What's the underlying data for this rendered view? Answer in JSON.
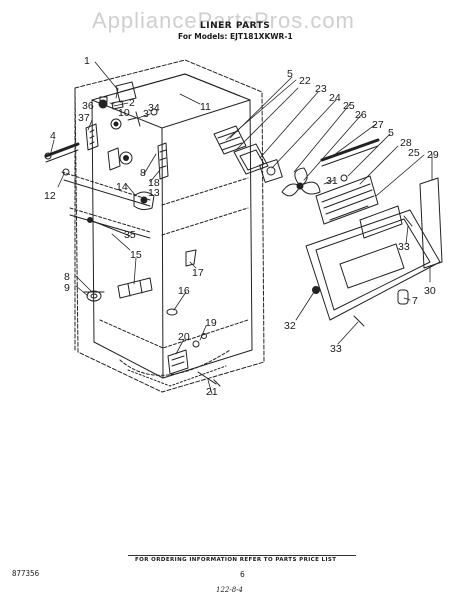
{
  "header": {
    "watermark": "AppliancePartsPros.com",
    "title": "LINER PARTS",
    "models": "For Models: EJT181XKWR-1"
  },
  "callouts": [
    {
      "id": "c1",
      "label": "1"
    },
    {
      "id": "c2",
      "label": "2"
    },
    {
      "id": "c3",
      "label": "3"
    },
    {
      "id": "c4",
      "label": "4"
    },
    {
      "id": "c5a",
      "label": "5"
    },
    {
      "id": "c5b",
      "label": "5"
    },
    {
      "id": "c7",
      "label": "7"
    },
    {
      "id": "c8a",
      "label": "8"
    },
    {
      "id": "c8b",
      "label": "8"
    },
    {
      "id": "c9",
      "label": "9"
    },
    {
      "id": "c10",
      "label": "10"
    },
    {
      "id": "c11",
      "label": "11"
    },
    {
      "id": "c12",
      "label": "12"
    },
    {
      "id": "c13",
      "label": "13"
    },
    {
      "id": "c14",
      "label": "14"
    },
    {
      "id": "c15",
      "label": "15"
    },
    {
      "id": "c16",
      "label": "16"
    },
    {
      "id": "c17",
      "label": "17"
    },
    {
      "id": "c18",
      "label": "18"
    },
    {
      "id": "c19",
      "label": "19"
    },
    {
      "id": "c20",
      "label": "20"
    },
    {
      "id": "c21",
      "label": "21"
    },
    {
      "id": "c22",
      "label": "22"
    },
    {
      "id": "c23",
      "label": "23"
    },
    {
      "id": "c24",
      "label": "24"
    },
    {
      "id": "c25a",
      "label": "25"
    },
    {
      "id": "c25b",
      "label": "25"
    },
    {
      "id": "c26",
      "label": "26"
    },
    {
      "id": "c27",
      "label": "27"
    },
    {
      "id": "c28",
      "label": "28"
    },
    {
      "id": "c29",
      "label": "29"
    },
    {
      "id": "c30",
      "label": "30"
    },
    {
      "id": "c31",
      "label": "31"
    },
    {
      "id": "c32",
      "label": "32"
    },
    {
      "id": "c33a",
      "label": "33"
    },
    {
      "id": "c33b",
      "label": "33"
    },
    {
      "id": "c34",
      "label": "34"
    },
    {
      "id": "c35",
      "label": "35"
    },
    {
      "id": "c36",
      "label": "36"
    },
    {
      "id": "c37",
      "label": "37"
    }
  ],
  "footer": {
    "ordering_note": "FOR ORDERING INFORMATION REFER TO PARTS PRICE LIST",
    "document_code": "877356",
    "page_number": "6",
    "revision_mark": "122-8-4"
  }
}
